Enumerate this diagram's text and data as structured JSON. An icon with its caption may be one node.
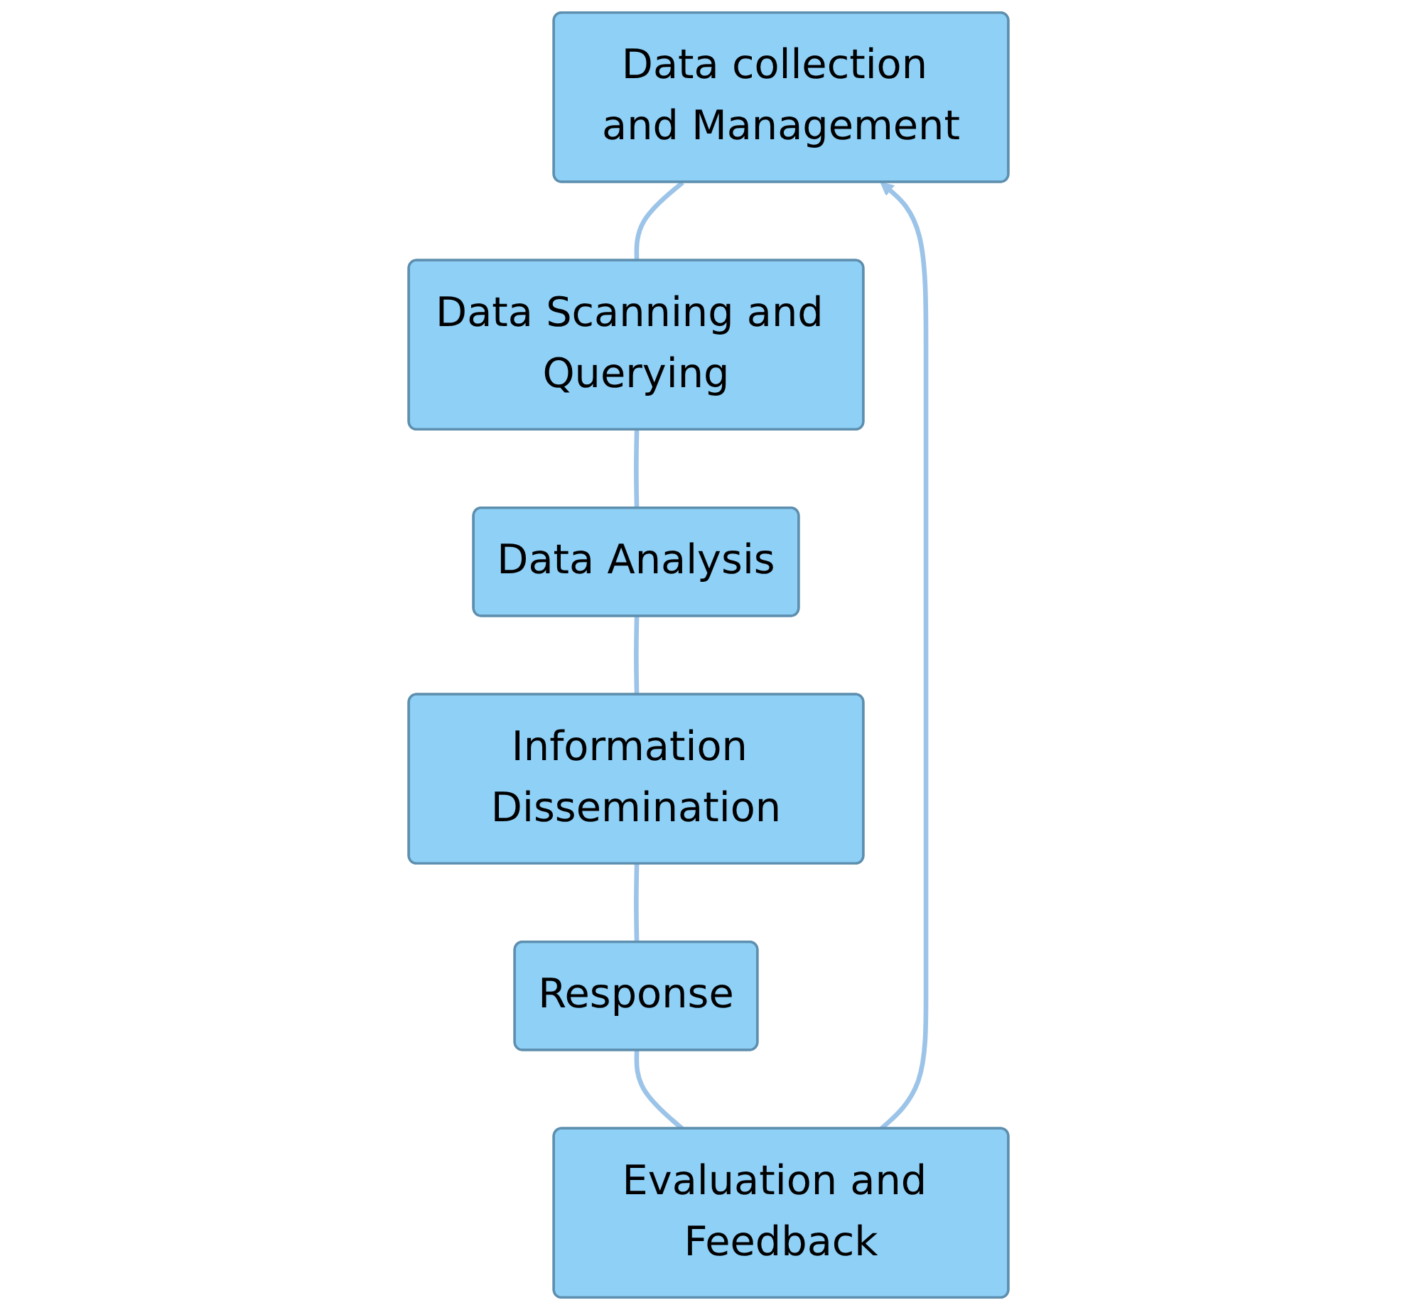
{
  "diagram": {
    "nodes": [
      {
        "text": [
          "Data collection and Management"
        ]
      },
      {
        "text": [
          "Data Scanning and Querying"
        ]
      },
      {
        "text": [
          "Data Analysis"
        ]
      },
      {
        "text": [
          "Information Dissemination"
        ]
      },
      {
        "text": [
          "Response"
        ]
      },
      {
        "text": [
          "Evaluation and Feedback"
        ]
      }
    ],
    "edges": [
      {
        "from": 0,
        "to": 1,
        "arrow": "none"
      },
      {
        "from": 1,
        "to": 2,
        "arrow": "none"
      },
      {
        "from": 2,
        "to": 3,
        "arrow": "none"
      },
      {
        "from": 3,
        "to": 4,
        "arrow": "none"
      },
      {
        "from": 4,
        "to": 5,
        "arrow": "none"
      },
      {
        "from": 5,
        "to": 0,
        "arrow": "to"
      }
    ]
  }
}
